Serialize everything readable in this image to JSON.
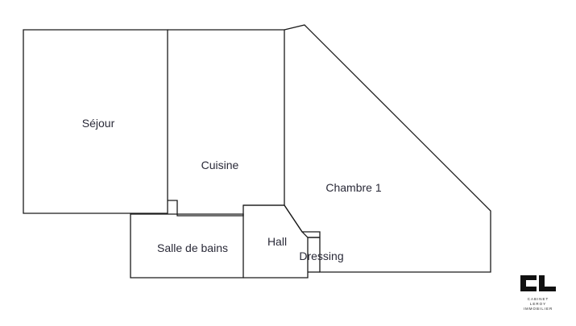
{
  "rooms": [
    {
      "name": "Séjour"
    },
    {
      "name": "Cuisine"
    },
    {
      "name": "Chambre 1"
    },
    {
      "name": "Salle de bains"
    },
    {
      "name": "Hall"
    },
    {
      "name": "Dressing"
    }
  ],
  "logo": {
    "initials": "CL",
    "line1": "CABINET LEROY",
    "line2": "IMMOBILIER"
  },
  "colors": {
    "walls": "#1a1a1a",
    "text": "#2a2a38"
  }
}
